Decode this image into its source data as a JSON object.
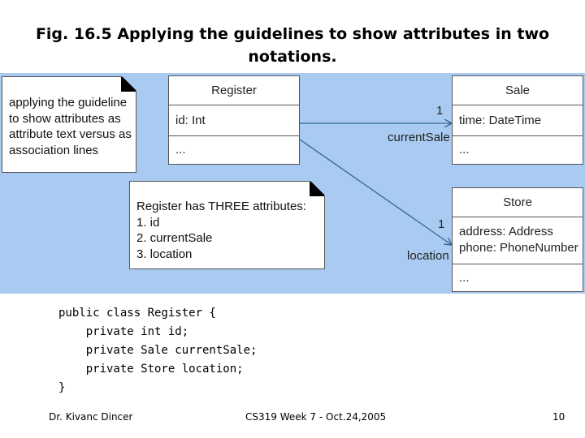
{
  "slide": {
    "title_line1": "Fig. 16.5 Applying the guidelines to show attributes in two",
    "title_line2": "notations."
  },
  "diagram": {
    "note1": {
      "lines": [
        "applying the guideline",
        "to show attributes as",
        "attribute text versus as",
        "association lines"
      ]
    },
    "note2": {
      "lines": [
        "Register has THREE attributes:",
        "1. id",
        "2. currentSale",
        "3. location"
      ]
    },
    "register": {
      "name": "Register",
      "attribute": "id: Int",
      "ops": "..."
    },
    "sale": {
      "name": "Sale",
      "attribute": "time: DateTime",
      "ops": "..."
    },
    "store": {
      "name": "Store",
      "attributes": [
        "address: Address",
        "phone: PhoneNumber"
      ],
      "ops": "..."
    },
    "assoc_sale": {
      "multiplicity": "1",
      "role": "currentSale"
    },
    "assoc_store": {
      "multiplicity": "1",
      "role": "location"
    },
    "colors": {
      "background": "#a9cbf1",
      "line": "#336699"
    }
  },
  "code": {
    "lines": [
      "public class Register {",
      "    private int id;",
      "    private Sale currentSale;",
      "    private Store location;",
      "}"
    ]
  },
  "footer": {
    "author": "Dr. Kivanc Dincer",
    "course": "CS319 Week 7 - Oct.24,2005",
    "page": "10"
  }
}
